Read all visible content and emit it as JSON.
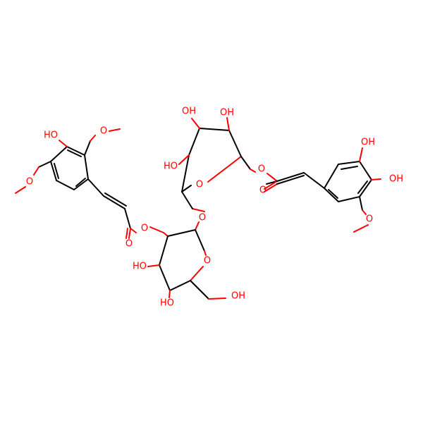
{
  "labels": {
    "hydroxyl": "OH",
    "hydroxyl_left": "HO",
    "oxygen": "O"
  },
  "colors": {
    "bond": "#000000",
    "oxygen": "#ff0000",
    "background": "#ffffff"
  }
}
